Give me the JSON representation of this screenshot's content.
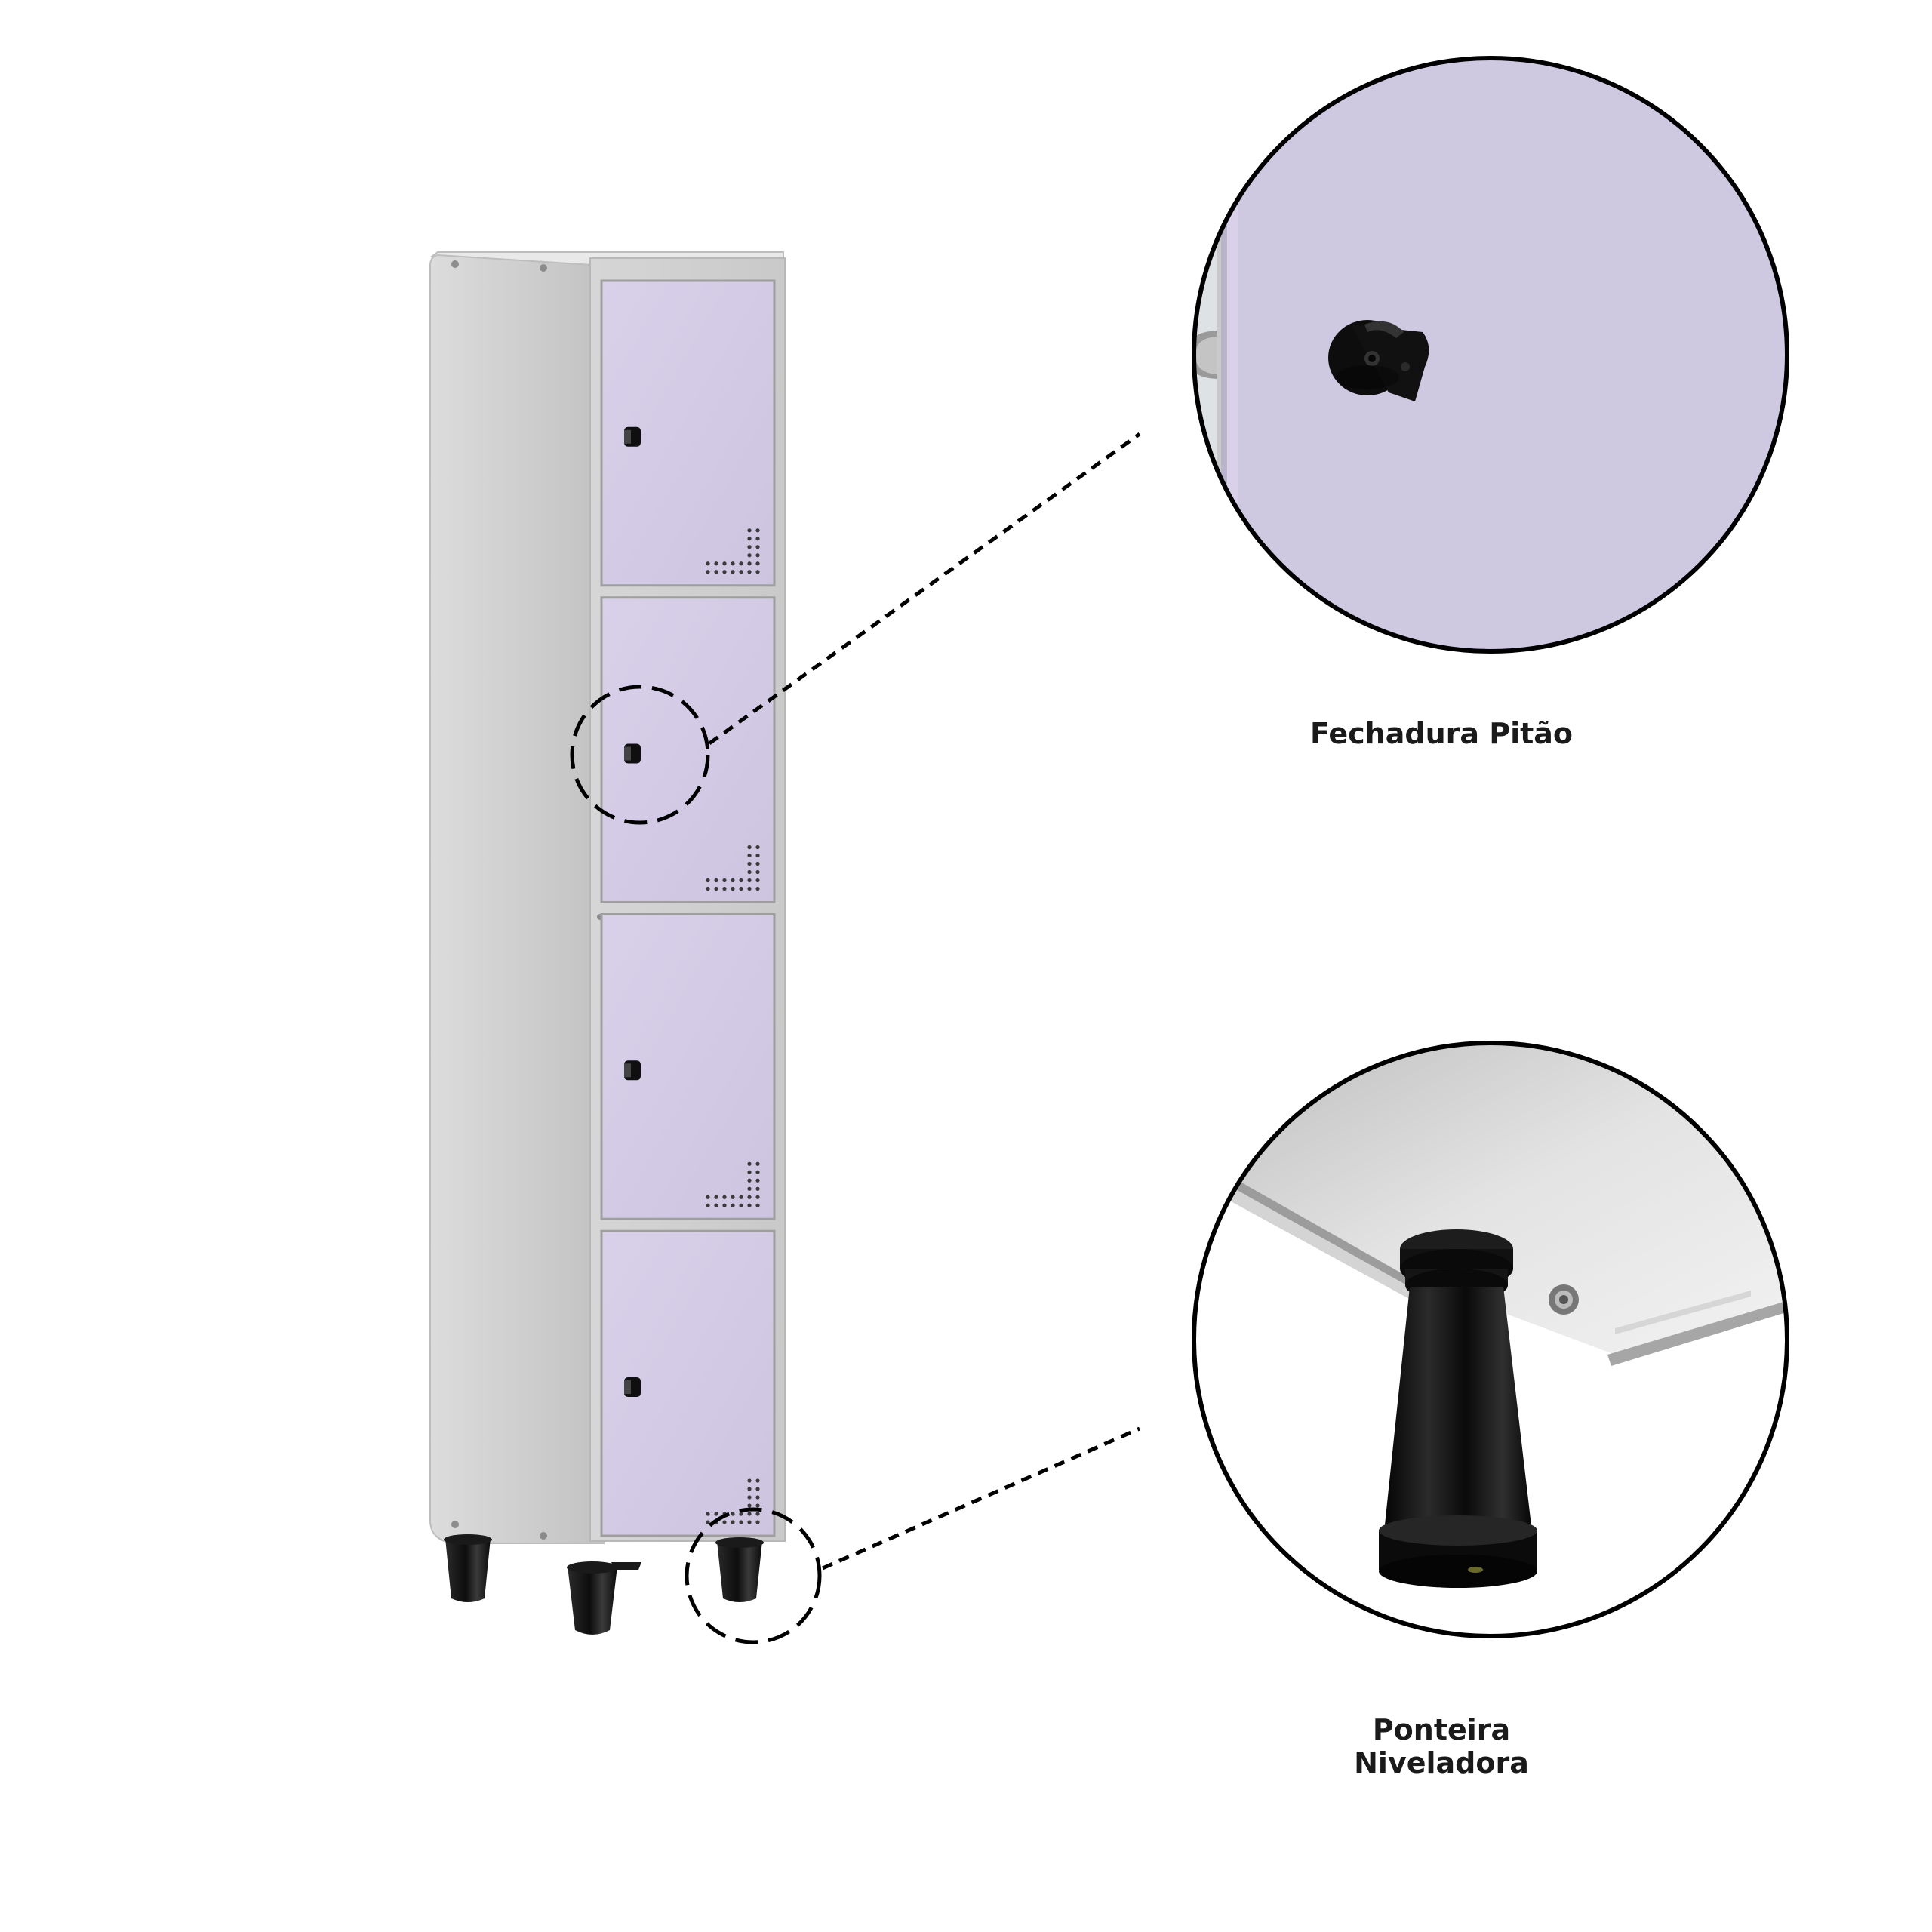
{
  "callouts": {
    "lock": {
      "label": "Fechadura Pitão"
    },
    "foot": {
      "label_line1": "Ponteira",
      "label_line2": "Niveladora"
    }
  },
  "product": {
    "door_count": 4
  },
  "colors": {
    "door": "#d4cce6",
    "body": "#cdcdcd",
    "hardware": "#111111",
    "outline": "#000000"
  },
  "icons": {
    "lock": "lock-icon",
    "foot": "leveling-foot-icon"
  }
}
